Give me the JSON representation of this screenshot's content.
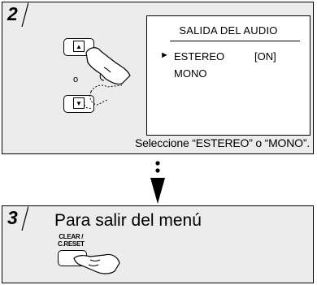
{
  "step2": {
    "number": "2",
    "or_label": "o",
    "up_arrow": "▲",
    "down_arrow": "▼",
    "screen": {
      "title": "SALIDA DEL AUDIO",
      "cursor": "►",
      "option1": "ESTEREO",
      "option1_status": "[ON]",
      "option2": "MONO"
    },
    "caption": "Seleccione “ESTEREO” o “MONO”."
  },
  "step3": {
    "number": "3",
    "title": "Para salir del menú",
    "button_label_line1": "CLEAR /",
    "button_label_line2": "C.RESET"
  },
  "colors": {
    "panel_bg": "#ececec",
    "screen_bg": "#ffffff",
    "ink": "#000000"
  }
}
